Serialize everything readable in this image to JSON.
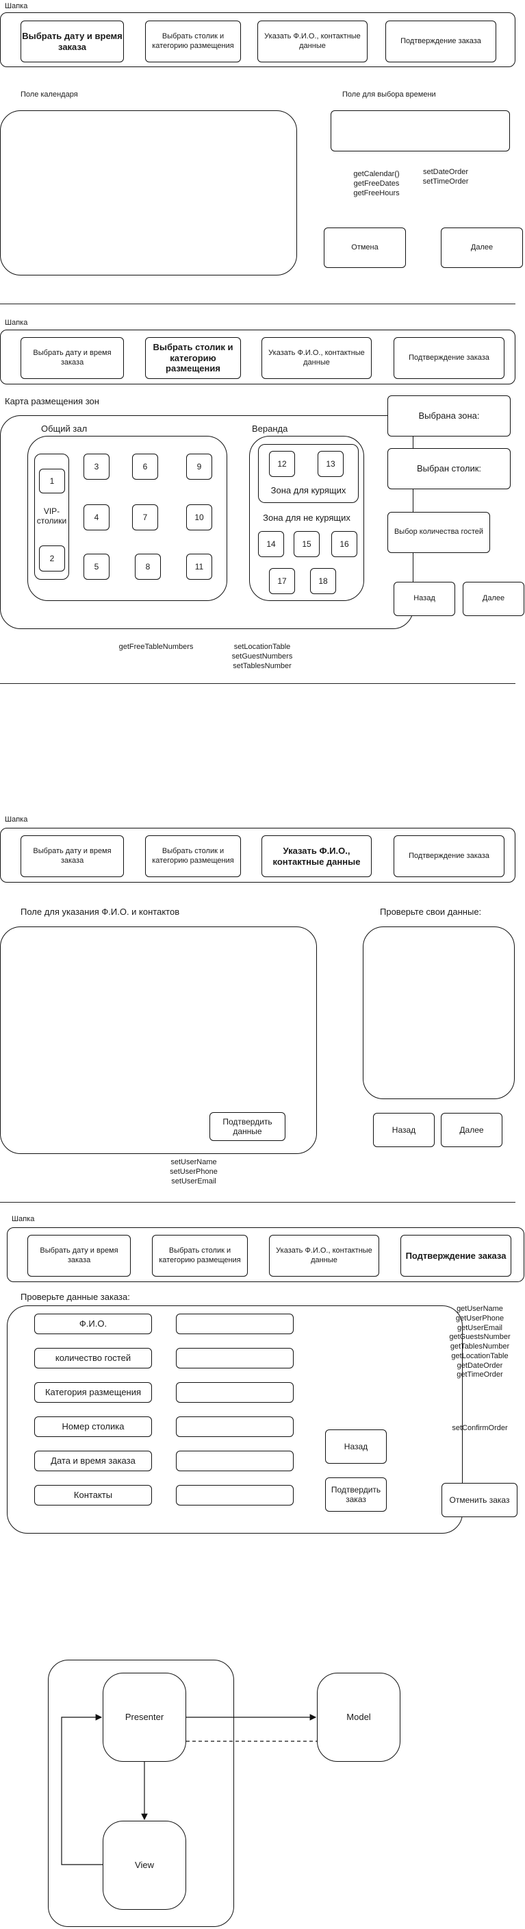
{
  "steps": {
    "step1": "Выбрать дату и время заказа",
    "step2": "Выбрать столик и категорию размещения",
    "step3": "Указать Ф.И.О., контактные данные",
    "step4": "Подтверждение заказа"
  },
  "screen1": {
    "header": "Шапка",
    "calendar_label": "Поле календаря",
    "time_label": "Поле для выбора времени",
    "getters": "getCalendar()\ngetFreeDates\ngetFreeHours",
    "setters": "setDateOrder\nsetTimeOrder",
    "cancel": "Отмена",
    "next": "Далее"
  },
  "screen2": {
    "header": "Шапка",
    "map_label": "Карта размещения зон",
    "hall_label": "Общий зал",
    "veranda_label": "Веранда",
    "vip_label": "VIP-столики",
    "smoking_label": "Зона для курящих",
    "nonsmoking_label": "Зона для не курящих",
    "tables": [
      "1",
      "2",
      "3",
      "4",
      "5",
      "6",
      "7",
      "8",
      "9",
      "10",
      "11",
      "12",
      "13",
      "14",
      "15",
      "16",
      "17",
      "18"
    ],
    "zone_selected": "Выбрана зона:",
    "table_selected": "Выбран столик:",
    "guests": "Выбор количества гостей",
    "back": "Назад",
    "next": "Далее",
    "getter": "getFreeTableNumbers",
    "setters": "setLocationTable\nsetGuestNumbers\nsetTablesNumber"
  },
  "screen3": {
    "header": "Шапка",
    "fio_label": "Поле для указания Ф.И.О. и контактов",
    "check_label": "Проверьте свои данные:",
    "confirm": "Подтвердить данные",
    "back": "Назад",
    "next": "Далее",
    "setters": "setUserName\nsetUserPhone\nsetUserEmail"
  },
  "screen4": {
    "header": "Шапка",
    "check_label": "Проверьте данные заказа:",
    "fields": [
      "Ф.И.О.",
      "количество гостей",
      "Категория размещения",
      "Номер столика",
      "Дата и время заказа",
      "Контакты"
    ],
    "back": "Назад",
    "confirm": "Подтвердить заказ",
    "cancel": "Отменить заказ",
    "getters": "getUserName\ngetUserPhone\ngetUserEmail\ngetGuestsNumber\ngetTablesNumber\ngetLocationTable\ngetDateOrder\ngetTimeOrder",
    "setter": "setConfirmOrder"
  },
  "mvp": {
    "presenter": "Presenter",
    "model": "Model",
    "view": "View"
  }
}
